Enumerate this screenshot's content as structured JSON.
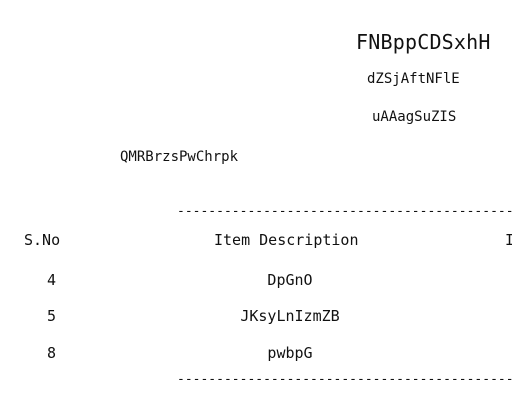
{
  "document": {
    "header": {
      "title": "FNBppCDSxhH",
      "subtitle_1": "dZSjAftNFlE",
      "subtitle_2": "uAAagSuZIS"
    },
    "left_note": "QMRBrzsPwChrpk",
    "separator": "--------------------------------------------------------------------------------",
    "table": {
      "columns": [
        "S.No",
        "Item Description",
        "I"
      ],
      "rows": [
        {
          "sno": "4",
          "description": "DpGnO"
        },
        {
          "sno": "5",
          "description": "JKsyLnIzmZB"
        },
        {
          "sno": "8",
          "description": "pwbpG"
        }
      ]
    }
  }
}
